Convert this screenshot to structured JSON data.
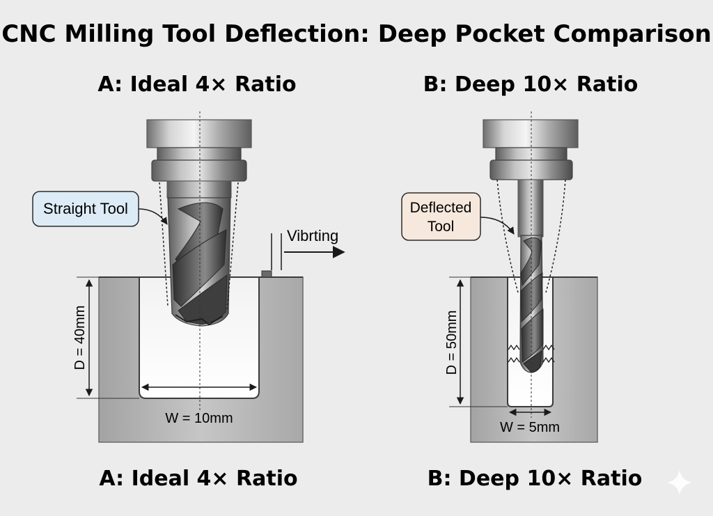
{
  "title": "CNC Milling Tool Deflection: Deep Pocket Comparison",
  "panel_a": {
    "heading_top": "A: Ideal 4× Ratio",
    "heading_bottom": "A: Ideal 4× Ratio",
    "callout": "Straight Tool",
    "vibration_label": "Vibrting",
    "depth_label": "D = 40mm",
    "width_label": "W = 10mm"
  },
  "panel_b": {
    "heading_top": "B: Deep 10× Ratio",
    "heading_bottom": "B: Deep 10× Ratio",
    "callout_line1": "Deflected",
    "callout_line2": "Tool",
    "depth_label": "D = 50mm",
    "width_label": "W = 5mm"
  },
  "colors": {
    "background": "#ececec",
    "steel": "#9a9a9a",
    "tool_dark": "#4e4e4e",
    "callout_a_fill": "#dcebf5",
    "callout_b_fill": "#f6e8dc"
  },
  "icons": [
    "sparkle-icon"
  ]
}
